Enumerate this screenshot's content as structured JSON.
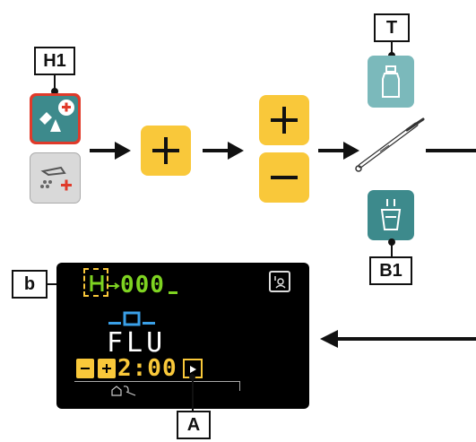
{
  "callouts": {
    "h1_label": "H1",
    "t_label": "T",
    "b1_label": "B1",
    "b_label": "b",
    "a_label": "A"
  },
  "display": {
    "program_indicator": "000",
    "mode_text": "FLU",
    "time_value": "2:00"
  },
  "colors": {
    "yellow": "#f9c83a",
    "teal": "#3d8a8c",
    "teal_light": "#7bb9bb",
    "red": "#e03a2a",
    "lcd_green": "#7ed321",
    "lcd_blue": "#3aa0e8"
  }
}
